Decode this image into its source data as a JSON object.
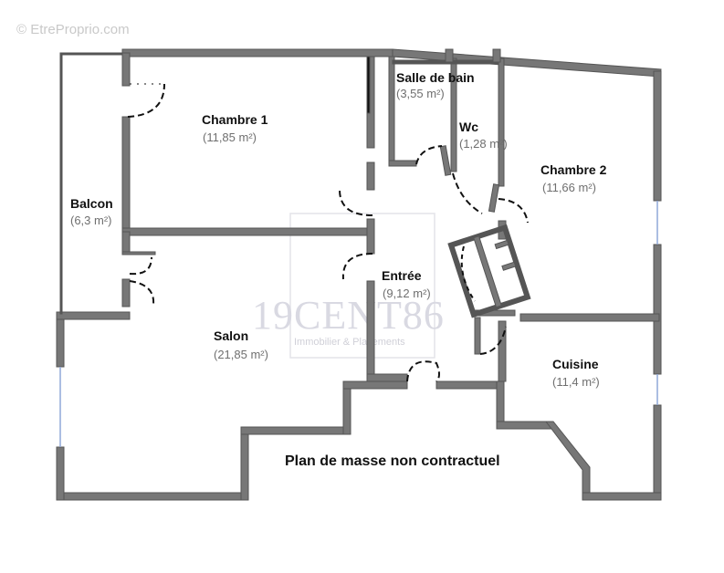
{
  "copyright": "© EtreProprio.com",
  "watermark": {
    "brand": "19CENT86",
    "tagline": "Immobilier & Placements"
  },
  "note": "Plan de masse non contractuel",
  "rooms": [
    {
      "name": "Chambre 1",
      "area": "(11,85 m²)"
    },
    {
      "name": "Salle de bain",
      "area": "(3,55 m²)"
    },
    {
      "name": "Wc",
      "area": "(1,28 m²)"
    },
    {
      "name": "Chambre 2",
      "area": "(11,66 m²)"
    },
    {
      "name": "Balcon",
      "area": "(6,3 m²)"
    },
    {
      "name": "Entrée",
      "area": "(9,12 m²)"
    },
    {
      "name": "Salon",
      "area": "(21,85 m²)"
    },
    {
      "name": "Cuisine",
      "area": "(11,4 m²)"
    }
  ],
  "colors": {
    "wall_fill": "#777777",
    "wall_stroke": "#555555",
    "door_line": "#111111",
    "window": "#8fa8d8"
  }
}
